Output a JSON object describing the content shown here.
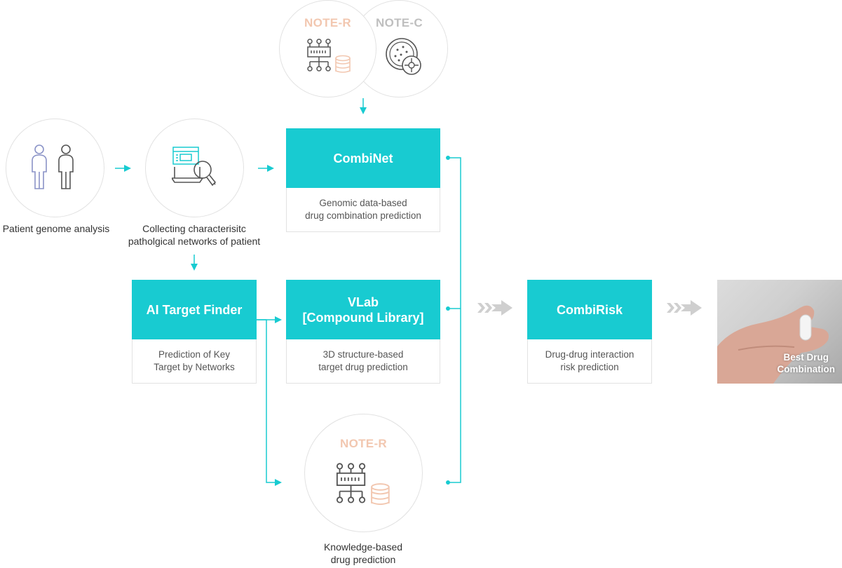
{
  "top_circles": {
    "note_r_label": "NOTE-R",
    "note_c_label": "NOTE-C",
    "note_r_icon": "network-database-icon",
    "note_c_icon": "petri-dish-icon"
  },
  "patient": {
    "caption": "Patient genome analysis",
    "icon": "two-people-icon"
  },
  "collecting": {
    "caption_line1": "Collecting characterisitc",
    "caption_line2": "patholgical networks of patient",
    "icon": "laptop-magnifier-icon"
  },
  "combinet": {
    "title": "CombiNet",
    "desc_line1": "Genomic data-based",
    "desc_line2": "drug combination prediction"
  },
  "ai_target_finder": {
    "title": "AI Target Finder",
    "desc_line1": "Prediction of Key",
    "desc_line2": "Target by Networks"
  },
  "vlab": {
    "title_line1": "VLab",
    "title_line2": "[Compound Library]",
    "desc_line1": "3D structure-based",
    "desc_line2": "target drug prediction"
  },
  "bottom_note_r": {
    "label": "NOTE-R",
    "caption_line1": "Knowledge-based",
    "caption_line2": "drug prediction",
    "icon": "network-database-icon"
  },
  "combirisk": {
    "title": "CombiRisk",
    "desc_line1": "Drug-drug interaction",
    "desc_line2": "risk prediction"
  },
  "result": {
    "line1": "Best Drug",
    "line2": "Combination",
    "image": "hand-holding-capsule-photo"
  },
  "colors": {
    "accent": "#18cbd1",
    "note_r": "#f2c7b0",
    "note_c": "#bfbfbf",
    "arrow_gray": "#cfcfcf"
  }
}
